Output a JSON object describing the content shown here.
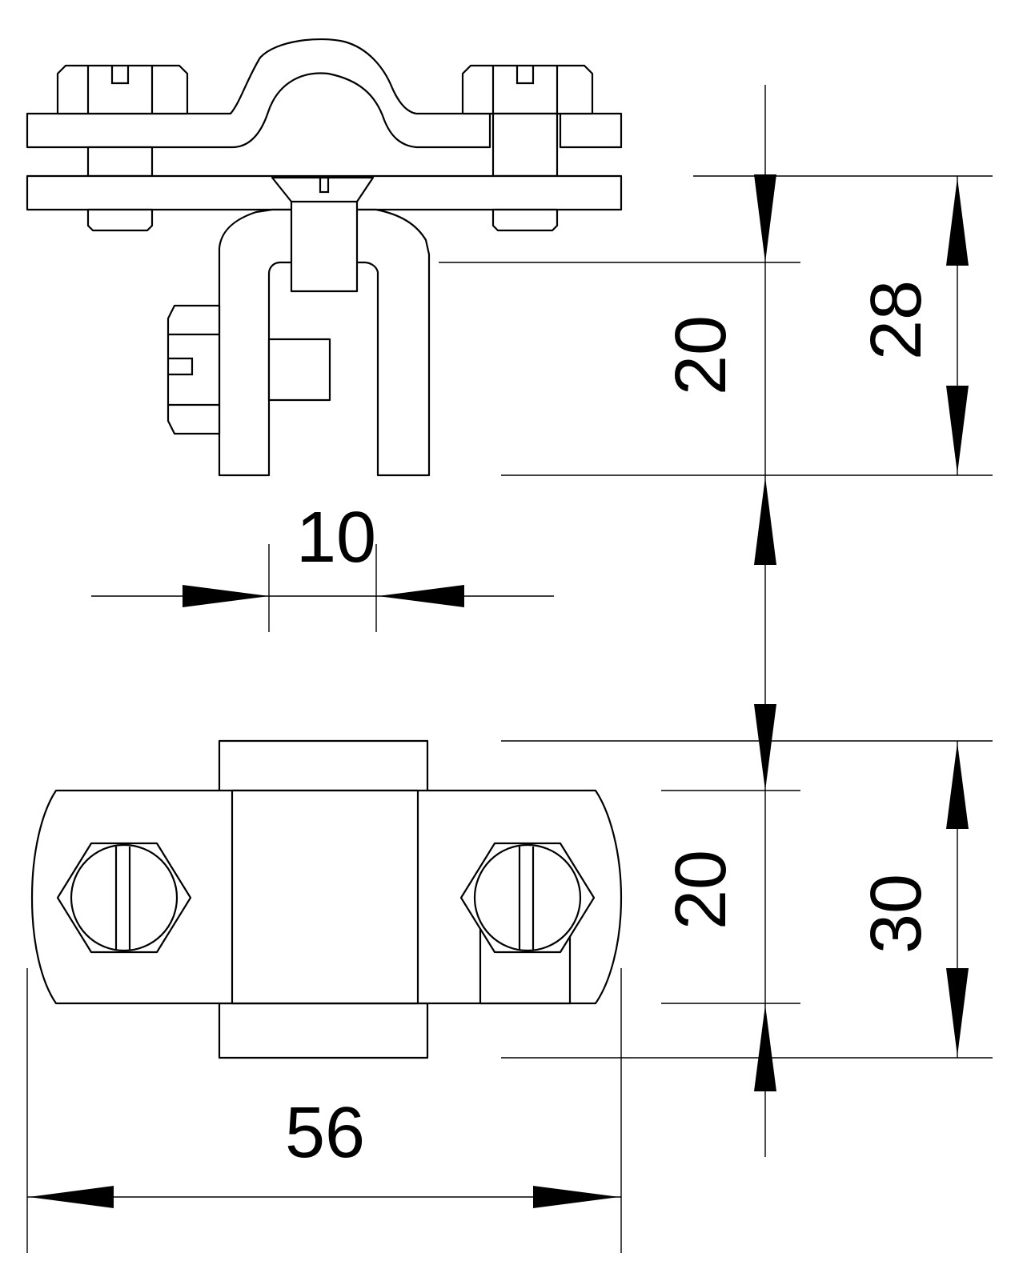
{
  "drawing": {
    "dimensions": {
      "top_clamp_height": "20",
      "total_height_top": "28",
      "slot_width": "10",
      "bottom_clamp_width": "20",
      "bottom_total_height": "30",
      "total_length": "56"
    },
    "colors": {
      "stroke": "#000000",
      "background": "#ffffff"
    }
  }
}
